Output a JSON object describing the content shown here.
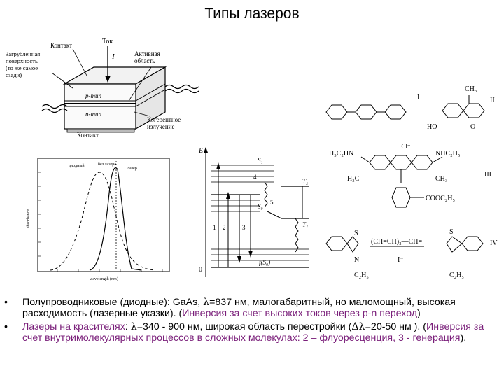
{
  "title": "Типы лазеров",
  "diode_figure": {
    "labels": {
      "current": "Ток",
      "current_symbol": "I",
      "contact_top": "Контакт",
      "recessed_surface": "Загрубленная поверхность (то же самое сзади)",
      "active_region": "Активная область",
      "p_type": "p-тип",
      "n_type": "n-тип",
      "contact_bottom": "Контакт",
      "coherent_emission": "Когерентное излучение"
    }
  },
  "spectrum_figure": {
    "legend": [
      "диодный",
      "без лазера",
      "лазер"
    ],
    "xlabel": "wavelength (nm)",
    "ylabel": "absorbance"
  },
  "energy_figure": {
    "labels": {
      "e_axis": "E",
      "s1": "S₁",
      "t2": "T₂",
      "s0": "S₀",
      "t1": "T₁",
      "f_s0": "f(S₀)",
      "n1": "1",
      "n2": "2",
      "n3": "3",
      "n4": "4",
      "n5": "5",
      "zero": "0"
    }
  },
  "molecules": {
    "numerals": [
      "I",
      "II",
      "III",
      "IV"
    ],
    "labels": {
      "ch3": "CH₃",
      "ho": "HO",
      "o": "O",
      "cl": "+ Cl⁻",
      "h5c2hn": "H₅C₂HN",
      "nhc2h5": "NHC₂H₅",
      "h3c": "H₃C",
      "ch3b": "CH₃",
      "cooc2h5": "COOC₂H₅",
      "s": "S",
      "chain": "(CH=CH)₂—CH=",
      "n": "N",
      "c2h5": "C₂H₅",
      "i_minus": "I⁻"
    }
  },
  "bullets": [
    {
      "marker": "•",
      "lead": "Полупроводниковые",
      "text1": " (диодные): GaAs, ",
      "lambda": "λ",
      "text2": "=837 нм, малогабаритный, но маломощный, высокая расходимость (лазерные указки). (",
      "purple": "Инверсия за счет высоких токов через p-n переход",
      "tail": ")"
    },
    {
      "marker": "•",
      "lead": "Лазеры на красителях",
      "text1": ": ",
      "lambda": "λ",
      "text2": "=340 - 900 нм, широкая область перестройки (",
      "delta": "Δλ",
      "text3": "=20-50 нм ). (",
      "purple": "Инверсия за счет внутримолекулярных процессов в сложных молекулах: 2 – флуоресценция, 3 - генерация",
      "tail": ")."
    }
  ]
}
